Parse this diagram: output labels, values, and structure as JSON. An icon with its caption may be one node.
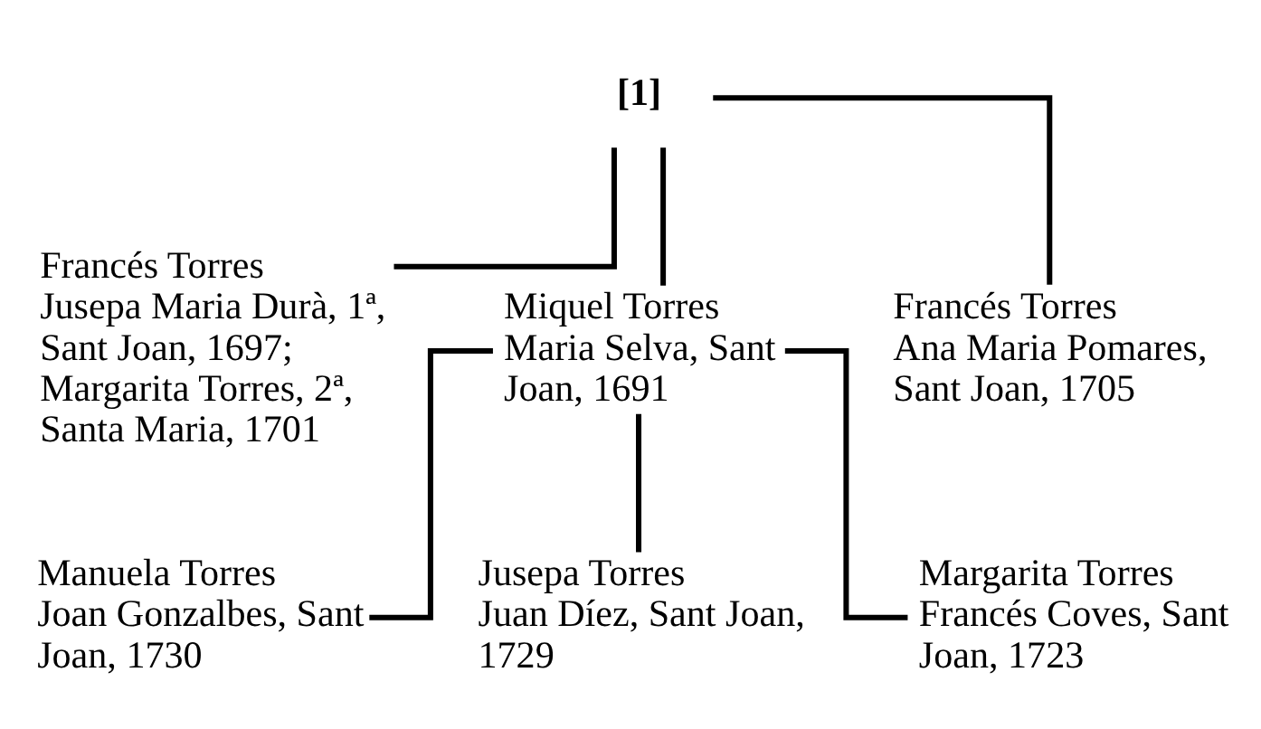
{
  "diagram": {
    "nodes": [
      {
        "text": [
          "[1]"
        ]
      },
      {
        "text": [
          "Francés Torres",
          "Jusepa Maria Durà, 1ª, Sant Joan, 1697; Margarita Torres, 2ª, Santa Maria, 1701"
        ]
      },
      {
        "text": [
          "Miquel Torres",
          "Maria Selva, Sant Joan, 1691"
        ]
      },
      {
        "text": [
          "Francés Torres",
          "Ana Maria Pomares, Sant Joan, 1705"
        ]
      },
      {
        "text": [
          "Manuela Torres",
          "Joan Gonzalbes, Sant Joan, 1730"
        ]
      },
      {
        "text": [
          "Jusepa Torres",
          "Juan Díez, Sant Joan, 1729"
        ]
      },
      {
        "text": [
          "Margarita Torres",
          "Francés Coves, Sant Joan, 1723"
        ]
      }
    ],
    "edges": [
      {
        "from": 0,
        "to": 1,
        "arrow": "none"
      },
      {
        "from": 0,
        "to": 2,
        "arrow": "none"
      },
      {
        "from": 0,
        "to": 3,
        "arrow": "none"
      },
      {
        "from": 2,
        "to": 4,
        "arrow": "none"
      },
      {
        "from": 2,
        "to": 5,
        "arrow": "none"
      },
      {
        "from": 2,
        "to": 6,
        "arrow": "none"
      }
    ]
  }
}
